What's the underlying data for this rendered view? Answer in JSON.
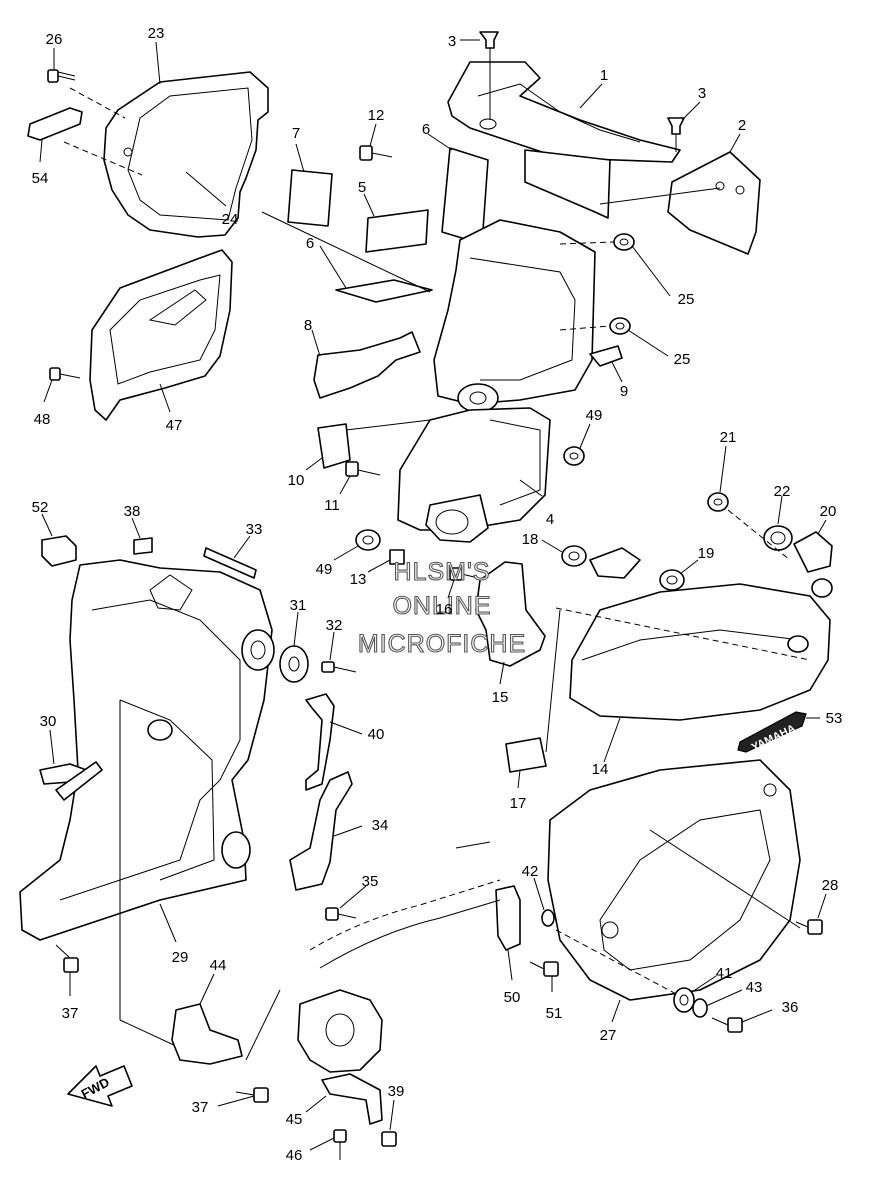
{
  "callouts": [
    {
      "label": "26",
      "icon": "bolt-icon"
    },
    {
      "label": "23",
      "icon": "side-cover-icon"
    },
    {
      "label": "54",
      "icon": "pad-icon"
    },
    {
      "label": "24",
      "icon": "cover-inner-icon"
    },
    {
      "label": "3",
      "icon": "clip-icon"
    },
    {
      "label": "1",
      "icon": "bracket-icon"
    },
    {
      "label": "3",
      "icon": "clip-icon"
    },
    {
      "label": "2",
      "icon": "plate-icon"
    },
    {
      "label": "12",
      "icon": "bolt-icon"
    },
    {
      "label": "7",
      "icon": "pad-icon"
    },
    {
      "label": "6",
      "icon": "pad-icon"
    },
    {
      "label": "5",
      "icon": "pad-icon"
    },
    {
      "label": "6",
      "icon": "pad-icon"
    },
    {
      "label": "25",
      "icon": "grommet-icon"
    },
    {
      "label": "25",
      "icon": "grommet-icon"
    },
    {
      "label": "8",
      "icon": "seal-icon"
    },
    {
      "label": "9",
      "icon": "damper-icon"
    },
    {
      "label": "48",
      "icon": "bolt-icon"
    },
    {
      "label": "47",
      "icon": "cover-icon"
    },
    {
      "label": "49",
      "icon": "grommet-icon"
    },
    {
      "label": "10",
      "icon": "pad-icon"
    },
    {
      "label": "11",
      "icon": "bolt-icon"
    },
    {
      "label": "4",
      "icon": "bracket-icon"
    },
    {
      "label": "21",
      "icon": "nut-icon"
    },
    {
      "label": "22",
      "icon": "lock-icon"
    },
    {
      "label": "20",
      "icon": "key-lock-icon"
    },
    {
      "label": "52",
      "icon": "block-icon"
    },
    {
      "label": "38",
      "icon": "clip-icon"
    },
    {
      "label": "33",
      "icon": "strip-icon"
    },
    {
      "label": "49",
      "icon": "grommet-icon"
    },
    {
      "label": "13",
      "icon": "nut-icon"
    },
    {
      "label": "18",
      "icon": "grommet-icon"
    },
    {
      "label": "19",
      "icon": "grommet-icon"
    },
    {
      "label": "16",
      "icon": "screw-icon"
    },
    {
      "label": "31",
      "icon": "washer-icon"
    },
    {
      "label": "32",
      "icon": "bolt-icon"
    },
    {
      "label": "15",
      "icon": "bracket-icon"
    },
    {
      "label": "14",
      "icon": "side-cover-icon"
    },
    {
      "label": "53",
      "icon": "emblem-icon"
    },
    {
      "label": "30",
      "icon": "connector-icon"
    },
    {
      "label": "40",
      "icon": "clamp-icon"
    },
    {
      "label": "17",
      "icon": "pad-icon"
    },
    {
      "label": "34",
      "icon": "bracket-icon"
    },
    {
      "label": "28",
      "icon": "bolt-icon"
    },
    {
      "label": "35",
      "icon": "screw-icon"
    },
    {
      "label": "42",
      "icon": "collar-icon"
    },
    {
      "label": "29",
      "icon": "battery-box-icon"
    },
    {
      "label": "37",
      "icon": "bolt-icon"
    },
    {
      "label": "44",
      "icon": "bracket-icon"
    },
    {
      "label": "50",
      "icon": "bracket-icon"
    },
    {
      "label": "51",
      "icon": "bolt-icon"
    },
    {
      "label": "41",
      "icon": "grommet-icon"
    },
    {
      "label": "43",
      "icon": "washer-icon"
    },
    {
      "label": "36",
      "icon": "bolt-icon"
    },
    {
      "label": "27",
      "icon": "side-cover-icon"
    },
    {
      "label": "39",
      "icon": "bolt-icon"
    },
    {
      "label": "37",
      "icon": "bolt-icon"
    },
    {
      "label": "45",
      "icon": "bracket-icon"
    },
    {
      "label": "46",
      "icon": "bolt-icon"
    }
  ],
  "watermark": [
    "HLSM'S",
    "ONLINE",
    "MICROFICHE"
  ],
  "emblem_text": "YAMAHA",
  "direction_arrow": "FWD"
}
